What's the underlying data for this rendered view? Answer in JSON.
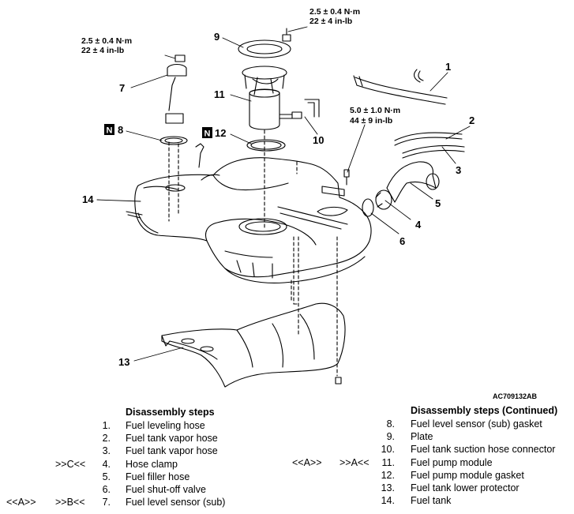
{
  "diagram": {
    "callouts": {
      "n1": "1",
      "n2": "2",
      "n3": "3",
      "n4": "4",
      "n5": "5",
      "n6": "6",
      "n7": "7",
      "n8": "8",
      "n9": "9",
      "n10": "10",
      "n11": "11",
      "n12": "12",
      "n13": "13",
      "n14": "14"
    },
    "torque_top_right": {
      "line1": "2.5 ± 0.4 N·m",
      "line2": "22 ± 4 in-lb"
    },
    "torque_top_left": {
      "line1": "2.5 ± 0.4 N·m",
      "line2": "22 ± 4 in-lb"
    },
    "torque_mid": {
      "line1": "5.0 ± 1.0 N·m",
      "line2": "44 ± 9 in-lb"
    },
    "badge_letter": "N",
    "figure_code": "AC709132AB"
  },
  "steps_left": {
    "heading": "Disassembly steps",
    "items": [
      {
        "pre1": "",
        "pre2": "",
        "num": "1.",
        "label": "Fuel leveling hose"
      },
      {
        "pre1": "",
        "pre2": "",
        "num": "2.",
        "label": "Fuel tank vapor hose"
      },
      {
        "pre1": "",
        "pre2": "",
        "num": "3.",
        "label": "Fuel tank vapor hose"
      },
      {
        "pre1": "",
        "pre2": ">>C<<",
        "num": "4.",
        "label": "Hose clamp"
      },
      {
        "pre1": "",
        "pre2": "",
        "num": "5.",
        "label": "Fuel filler hose"
      },
      {
        "pre1": "",
        "pre2": "",
        "num": "6.",
        "label": "Fuel shut-off valve"
      },
      {
        "pre1": "<<A>>",
        "pre2": ">>B<<",
        "num": "7.",
        "label": "Fuel level sensor (sub)"
      }
    ]
  },
  "steps_right": {
    "heading": "Disassembly steps (Continued)",
    "items": [
      {
        "pre1": "",
        "pre2": "",
        "num": "8.",
        "label": "Fuel level sensor (sub) gasket"
      },
      {
        "pre1": "",
        "pre2": "",
        "num": "9.",
        "label": "Plate"
      },
      {
        "pre1": "",
        "pre2": "",
        "num": "10.",
        "label": "Fuel tank suction hose connector"
      },
      {
        "pre1": "<<A>>",
        "pre2": ">>A<<",
        "num": "11.",
        "label": "Fuel pump module"
      },
      {
        "pre1": "",
        "pre2": "",
        "num": "12.",
        "label": "Fuel pump module gasket"
      },
      {
        "pre1": "",
        "pre2": "",
        "num": "13.",
        "label": "Fuel tank lower protector"
      },
      {
        "pre1": "",
        "pre2": "",
        "num": "14.",
        "label": "Fuel tank"
      }
    ]
  }
}
